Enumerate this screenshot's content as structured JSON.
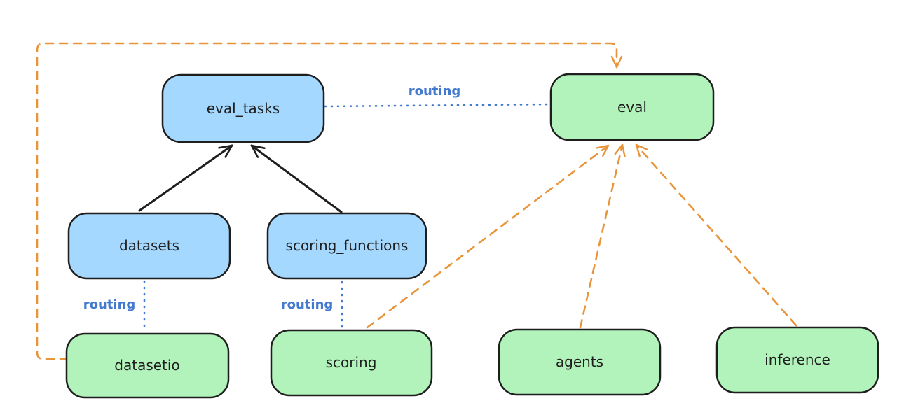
{
  "diagram": {
    "colors": {
      "blue_fill": "#a5d8ff",
      "green_fill": "#b2f2bb",
      "stroke": "#1e1e1e",
      "routing_blue": "#4379cf",
      "orange": "#e8943a",
      "background": "#ffffff"
    },
    "nodes": {
      "eval_tasks": {
        "label": "eval_tasks",
        "color": "blue"
      },
      "datasets": {
        "label": "datasets",
        "color": "blue"
      },
      "scoring_functions": {
        "label": "scoring_functions",
        "color": "blue"
      },
      "eval": {
        "label": "eval",
        "color": "green"
      },
      "datasetio": {
        "label": "datasetio",
        "color": "green"
      },
      "scoring": {
        "label": "scoring",
        "color": "green"
      },
      "agents": {
        "label": "agents",
        "color": "green"
      },
      "inference": {
        "label": "inference",
        "color": "green"
      }
    },
    "edge_labels": {
      "routing_eval_tasks_eval": "routing",
      "routing_datasets_datasetio": "routing",
      "routing_scoring_functions_scoring": "routing"
    },
    "edges": [
      {
        "from": "datasets",
        "to": "eval_tasks",
        "style": "solid",
        "arrow": true,
        "color": "black"
      },
      {
        "from": "scoring_functions",
        "to": "eval_tasks",
        "style": "solid",
        "arrow": true,
        "color": "black"
      },
      {
        "from": "eval_tasks",
        "to": "eval",
        "style": "dotted",
        "arrow": false,
        "color": "blue",
        "label": "routing"
      },
      {
        "from": "datasets",
        "to": "datasetio",
        "style": "dotted",
        "arrow": false,
        "color": "blue",
        "label": "routing"
      },
      {
        "from": "scoring_functions",
        "to": "scoring",
        "style": "dotted",
        "arrow": false,
        "color": "blue",
        "label": "routing"
      },
      {
        "from": "datasetio",
        "to": "eval",
        "style": "dashed",
        "arrow": true,
        "color": "orange"
      },
      {
        "from": "scoring",
        "to": "eval",
        "style": "dashed",
        "arrow": true,
        "color": "orange"
      },
      {
        "from": "agents",
        "to": "eval",
        "style": "dashed",
        "arrow": true,
        "color": "orange"
      },
      {
        "from": "inference",
        "to": "eval",
        "style": "dashed",
        "arrow": true,
        "color": "orange"
      }
    ]
  }
}
